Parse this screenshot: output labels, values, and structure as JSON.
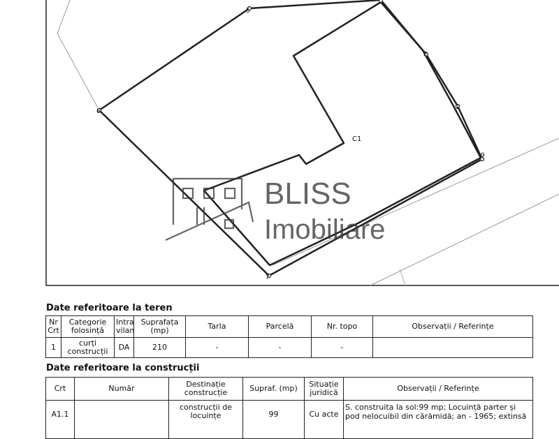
{
  "plan": {
    "building_label": "C1",
    "points": [
      "5",
      "2",
      "1",
      "9",
      "7",
      "6"
    ]
  },
  "watermark": {
    "line1": "BLISS",
    "line2": "Imobiliare"
  },
  "teren": {
    "title": "Date referitoare la teren",
    "headers": [
      "Nr Crt",
      "Categorie folosință",
      "Intra vilan",
      "Suprafața (mp)",
      "Tarla",
      "Parcelă",
      "Nr. topo",
      "Observații / Referințe"
    ],
    "row": [
      "1",
      "curți construcții",
      "DA",
      "210",
      "-",
      "-",
      "-",
      ""
    ]
  },
  "constructii": {
    "title": "Date referitoare la construcții",
    "headers": [
      "Crt",
      "Număr",
      "Destinație construcție",
      "Supraf. (mp)",
      "Situație juridică",
      "Observații / Referințe"
    ],
    "row": [
      "A1.1",
      "",
      "construcții de locuințe",
      "99",
      "Cu acte",
      "S. construita la sol:99 mp; Locuință parter și pod nelocuibil din cărămidă; an - 1965; extinsă"
    ]
  }
}
